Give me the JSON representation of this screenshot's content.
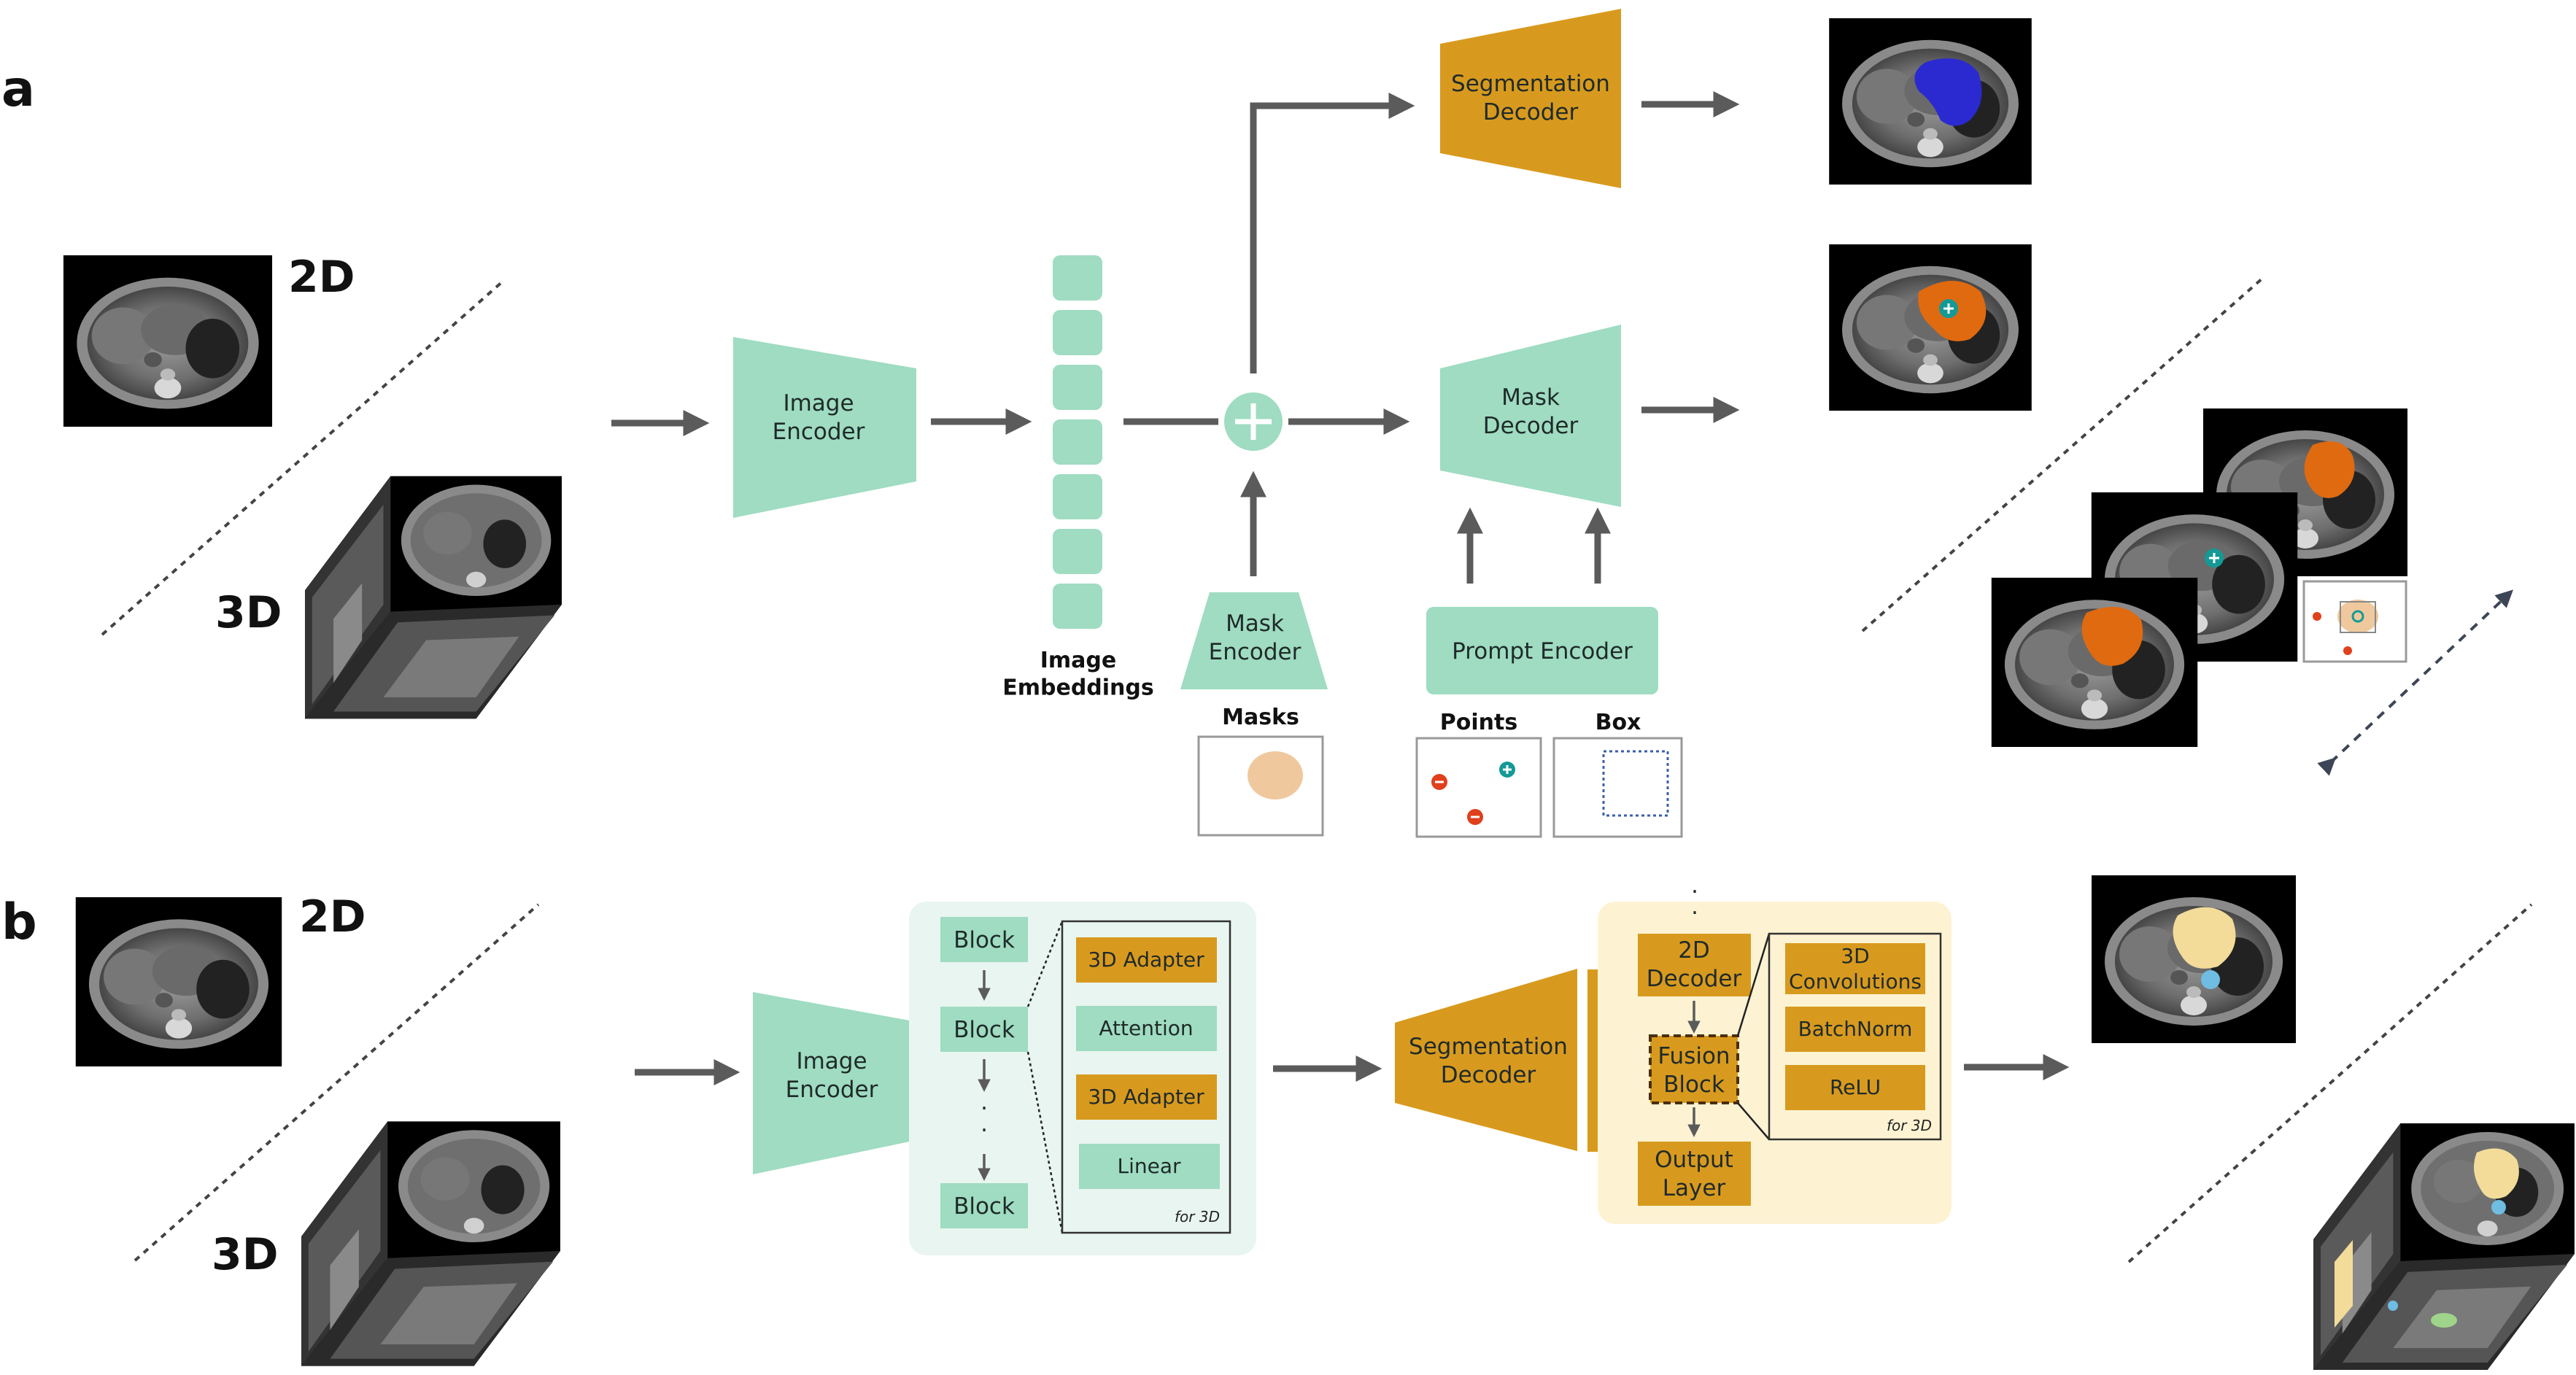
{
  "panels": {
    "a": "a",
    "b": "b"
  },
  "dims": {
    "two_d": "2D",
    "three_d": "3D"
  },
  "panel_a": {
    "image_encoder": "Image\nEncoder",
    "image_embeddings": "Image\nEmbeddings",
    "segmentation_decoder": "Segmentation\nDecoder",
    "mask_decoder": "Mask\nDecoder",
    "mask_encoder": "Mask\nEncoder",
    "prompt_encoder": "Prompt Encoder",
    "masks": "Masks",
    "points": "Points",
    "box": "Box"
  },
  "panel_b": {
    "image_encoder": "Image\nEncoder",
    "block": "Block",
    "adapter_items": [
      "3D Adapter",
      "Attention",
      "3D Adapter",
      "Linear"
    ],
    "for_3d": "for 3D",
    "segmentation_decoder": "Segmentation\nDecoder",
    "decoder_2d": "2D\nDecoder",
    "fusion_block": "Fusion\nBlock",
    "output_layer": "Output\nLayer",
    "fusion_items": [
      "3D\nConvolutions",
      "BatchNorm",
      "ReLU"
    ]
  },
  "colors": {
    "teal": "#9fdcc1",
    "orange": "#d89a1e",
    "light_teal_bg": "#e9f5f0",
    "light_yellow_bg": "#fdf3d3",
    "arrow": "#5b5b5b",
    "seg_blue": "#2a2ad0",
    "seg_orange": "#e06a10",
    "seg_beige": "#f3dc9a",
    "point_pos": "#139a96",
    "point_neg": "#e0401c"
  }
}
